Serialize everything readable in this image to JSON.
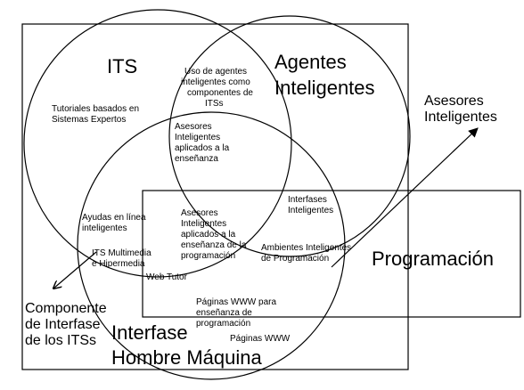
{
  "sets": {
    "its": "ITS",
    "agentes_1": "Agentes",
    "agentes_2": "Inteligentes",
    "interfase_1": "Interfase",
    "interfase_2": "Hombre Máquina",
    "programacion": "Programación"
  },
  "arrows": {
    "asesores_1": "Asesores",
    "asesores_2": "Inteligentes",
    "componente_1": "Componente",
    "componente_2": "de Interfase",
    "componente_3": "de los ITSs"
  },
  "regions": {
    "uso_1": "Uso de agentes",
    "uso_2": "inteligentes como",
    "uso_3": "componentes de",
    "uso_4": "ITSs",
    "tutoriales_1": "Tutoriales basados en",
    "tutoriales_2": "Sistemas Expertos",
    "asesores_ens_1": "Asesores",
    "asesores_ens_2": "Inteligentes",
    "asesores_ens_3": "aplicados a la",
    "asesores_ens_4": "enseñanza",
    "ayudas_1": "Ayudas en línea",
    "ayudas_2": "inteligentes",
    "asesores_prog_1": "Asesores",
    "asesores_prog_2": "Inteligentes",
    "asesores_prog_3": "aplicados a la",
    "asesores_prog_4": "enseñanza de la",
    "asesores_prog_5": "programación",
    "interfases_1": "Interfases",
    "interfases_2": "Inteligentes",
    "ambientes_1": "Ambientes Inteligentes",
    "ambientes_2": "de Programación",
    "multimedia_1": "ITS Multimedia",
    "multimedia_2": "e Hipermedia",
    "webtutor": "Web Tutor",
    "paginas_ens_1": "Páginas WWW para",
    "paginas_ens_2": "enseñanza de",
    "paginas_ens_3": "programación",
    "paginas": "Páginas WWW"
  }
}
